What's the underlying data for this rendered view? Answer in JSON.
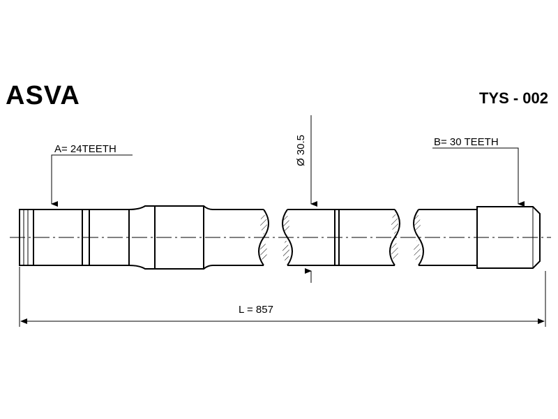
{
  "header": {
    "brand": "ASVA",
    "part_number": "TYS - 002"
  },
  "labels": {
    "spline_a": "A= 24TEETH",
    "spline_b": "B= 30 TEETH",
    "diameter": "Ø 30.5",
    "length": "L = 857"
  },
  "colors": {
    "line": "#000000",
    "background": "#ffffff"
  }
}
